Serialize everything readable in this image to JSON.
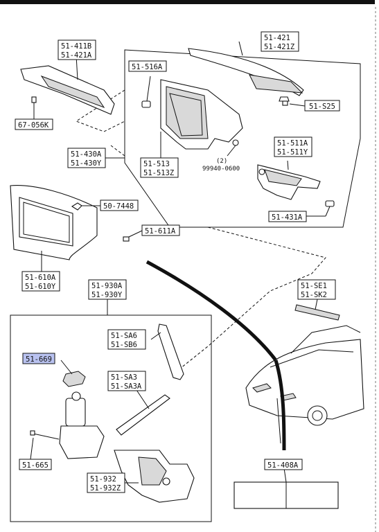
{
  "labels": {
    "l51_421": "51-421",
    "l51_421z": "51-421Z",
    "l51_411b": "51-411B",
    "l51_421a": "51-421A",
    "l51_516a": "51-516A",
    "l51_s25": "51-S25",
    "l67_056k": "67-056K",
    "l51_430a": "51-430A",
    "l51_430y": "51-430Y",
    "l51_513": "51-513",
    "l51_513z": "51-513Z",
    "qty2": "(2)",
    "l99940": "99940-0600",
    "l51_511a": "51-511A",
    "l51_511y": "51-511Y",
    "l50_7448": "50-7448",
    "l51_611a": "51-611A",
    "l51_431a": "51-431A",
    "l51_610a": "51-610A",
    "l51_610y": "51-610Y",
    "l51_930a": "51-930A",
    "l51_930y": "51-930Y",
    "l51_se1": "51-SE1",
    "l51_sk2": "51-SK2",
    "l51_sa6": "51-SA6",
    "l51_sb6": "51-SB6",
    "l51_669": "51-669",
    "l51_sa3": "51-SA3",
    "l51_sa3a": "51-SA3A",
    "l51_665": "51-665",
    "l51_932": "51-932",
    "l51_932z": "51-932Z",
    "l51_408a": "51-408A"
  },
  "colors": {
    "ink": "#111111",
    "highlight": "#b9c2f0"
  }
}
